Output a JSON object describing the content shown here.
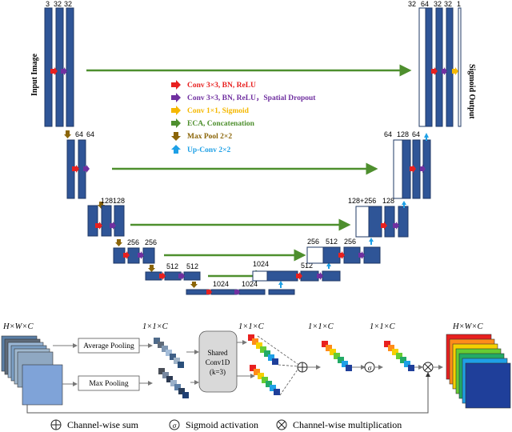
{
  "unet": {
    "labels": {
      "input": "Input Image",
      "output": "Sigmoid Output",
      "enc1": [
        "3",
        "32",
        "32"
      ],
      "enc2": [
        "64",
        "64"
      ],
      "enc3": [
        "128",
        "128"
      ],
      "enc4": [
        "256",
        "256"
      ],
      "enc5": [
        "512",
        "512"
      ],
      "bottleneck": [
        "1024",
        "1024"
      ],
      "dec5": [
        "1024",
        "512"
      ],
      "dec4": [
        "256",
        "512",
        "256"
      ],
      "dec3": [
        "128+256",
        "128"
      ],
      "dec2": [
        "64",
        "128",
        "64"
      ],
      "dec1": [
        "32",
        "64",
        "32",
        "32",
        "1"
      ]
    },
    "legend": [
      {
        "label": "Conv 3×3, BN, ReLU",
        "color": "#e8201f",
        "arrow": "right"
      },
      {
        "label": "Conv 3×3, BN, ReLU，Spatial Dropout",
        "color": "#7030a0",
        "arrow": "right"
      },
      {
        "label": "Conv 1×1, Sigmoid",
        "color": "#f5b800",
        "arrow": "right"
      },
      {
        "label": "ECA, Concatenation",
        "color": "#4e8f2e",
        "arrow": "right"
      },
      {
        "label": "Max Pool 2×2",
        "color": "#8b6508",
        "arrow": "down"
      },
      {
        "label": "Up-Conv 2×2",
        "color": "#1ea0e6",
        "arrow": "up"
      }
    ],
    "colors": {
      "block": "#2f5597",
      "block_edge": "#1f3864"
    }
  },
  "eca": {
    "dims": {
      "input": "H×W×C",
      "pooled": "1×1×C",
      "conv": "1×1×C",
      "sum": "1×1×C",
      "sigmoid": "1×1×C",
      "output": "H×W×C"
    },
    "boxes": {
      "avg": "Average Pooling",
      "max": "Max Pooling",
      "conv_line1": "Shared",
      "conv_line2": "Conv1D",
      "conv_line3": "(k=3)"
    },
    "legend": [
      {
        "symbol": "⊕",
        "label": "Channel-wise sum"
      },
      {
        "symbol": "σ",
        "label": "Sigmoid activation"
      },
      {
        "symbol": "⊗",
        "label": "Channel-wise multiplication"
      }
    ]
  }
}
